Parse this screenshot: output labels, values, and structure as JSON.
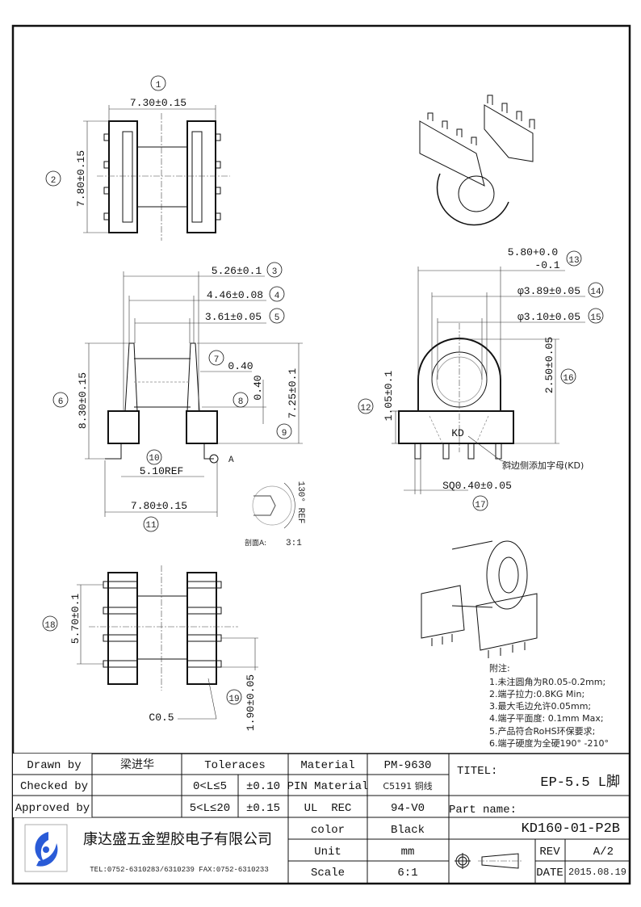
{
  "views": {
    "top": {
      "balloon_1": "1",
      "balloon_2": "2",
      "dim_width": "7.30±0.15",
      "dim_height": "7.80±0.15"
    },
    "front": {
      "balloon_3": "3",
      "dim_3": "5.26±0.1",
      "balloon_4": "4",
      "dim_4": "4.46±0.08",
      "balloon_5": "5",
      "dim_5": "3.61±0.05",
      "balloon_6": "6",
      "dim_6": "8.30±0.15",
      "balloon_7": "7",
      "dim_7": "0.40",
      "balloon_8": "8",
      "dim_8": "0.40",
      "balloon_9": "9",
      "dim_9": "7.25±0.1",
      "balloon_10": "10",
      "dim_10": "5.10REF",
      "balloon_11": "11",
      "dim_11": "7.80±0.15",
      "section_marker": "A"
    },
    "detail": {
      "angle": "130° REF",
      "label": "剖面A:",
      "scale": "3:1"
    },
    "side": {
      "balloon_12": "12",
      "dim_12": "1.05±0.1",
      "balloon_13": "13",
      "dim_13_a": "5.80+0.0",
      "dim_13_b": "-0.1",
      "balloon_14": "14",
      "dim_14": "φ3.89±0.05",
      "balloon_15": "15",
      "dim_15": "φ3.10±0.05",
      "balloon_16": "16",
      "dim_16": "2.50±0.05",
      "balloon_17": "17",
      "dim_17": "SQ0.40±0.05",
      "marking": "KD",
      "marking_note": "斜边侧添加字母(KD)"
    },
    "bottom": {
      "balloon_18": "18",
      "dim_18": "5.70±0.1",
      "balloon_19": "19",
      "dim_19": "1.90±0.05",
      "chamfer": "C0.5"
    }
  },
  "notes": {
    "title": "附注:",
    "items": [
      "1.未注圆角为R0.05-0.2mm;",
      "2.端子拉力:0.8KG Min;",
      "3.最大毛边允许0.05mm;",
      "4.端子平面度: 0.1mm Max;",
      "5.产品符合RoHS环保要求;",
      "6.端子硬度为全硬190° -210°"
    ]
  },
  "title_block": {
    "drawn_by_label": "Drawn by",
    "drawn_by": "梁进华",
    "checked_by_label": "Checked by",
    "checked_by": "",
    "approved_by_label": "Approved by",
    "approved_by": "",
    "tolerances_label": "Toleraces",
    "tol_range_1": "0<L≤5",
    "tol_value_1": "±0.10",
    "tol_range_2": "5<L≤20",
    "tol_value_2": "±0.15",
    "material_label": "Material",
    "material": "PM-9630",
    "pin_material_label": "PIN Material",
    "pin_material": "C5191 铜线",
    "ul_label": "UL  REC",
    "ul": "94-V0",
    "color_label": "color",
    "color": "Black",
    "unit_label": "Unit",
    "unit": "mm",
    "scale_label": "Scale",
    "scale": "6:1",
    "title_label": "TITEL:",
    "title": "EP-5.5 L脚",
    "part_name_label": "Part name:",
    "part_name": "KD160-01-P2B",
    "rev_label": "REV",
    "rev": "A/2",
    "date_label": "DATE",
    "date": "2015.08.19",
    "company": "康达盛五金塑胶电子有限公司",
    "contact": "TEL:0752-6310283/6310239  FAX:0752-6310233",
    "logo_color": "#2a5bd7"
  }
}
